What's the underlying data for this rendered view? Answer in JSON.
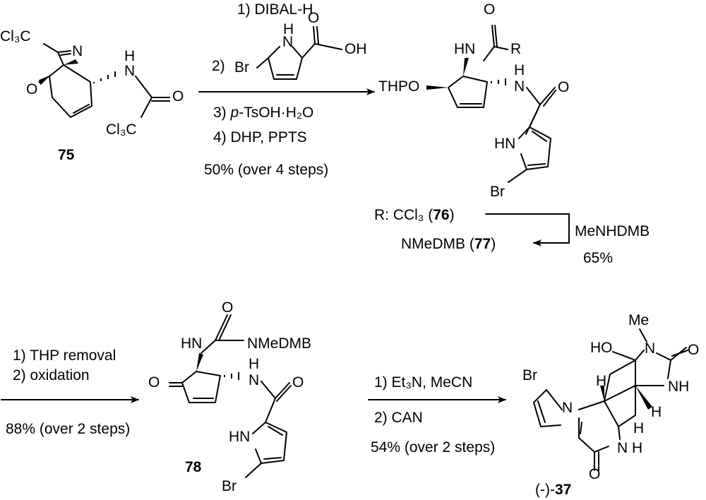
{
  "compounds": {
    "c75": {
      "number": "75",
      "labels": {
        "cl3c_top": "Cl₃C",
        "n_ring": "N",
        "o_ring": "O",
        "nh_n": "N",
        "nh_h": "H",
        "o_carbonyl": "O",
        "cl3c_bottom": "Cl₃C"
      }
    },
    "c76_77": {
      "labels": {
        "o_top": "O",
        "hn": "HN",
        "r": "R",
        "h": "H",
        "n": "N",
        "o_amide": "O",
        "thpo": "THPO",
        "hn_pyrrole": "HN",
        "br": "Br"
      }
    },
    "c78": {
      "number": "78",
      "labels": {
        "o_top": "O",
        "hn": "HN",
        "nmedmb": "NMeDMB",
        "h": "H",
        "n": "N",
        "o_amide": "O",
        "o_ketone": "O",
        "hn_pyrrole": "HN",
        "br": "Br"
      }
    },
    "c37": {
      "prefix": "(-)-",
      "number": "37",
      "labels": {
        "me": "Me",
        "ho": "HO",
        "n_top": "N",
        "o": "O",
        "nh": "NH",
        "h1": "H",
        "br": "Br",
        "n_ring": "N",
        "h_right": "H",
        "h_lower": "H",
        "n_amide": "N",
        "h_amide": "H",
        "o_bottom": "O"
      }
    }
  },
  "step1": {
    "r1": "1) DIBAL-H",
    "r2_prefix": "2)",
    "r2_labels": {
      "br": "Br",
      "nh": "N",
      "h": "H",
      "oh": "OH",
      "o": "O"
    },
    "r3_pre": "3) ",
    "r3_italic": "p",
    "r3_post": "-TsOH·H₂O",
    "r4": "4) DHP, PPTS",
    "yield": "50% (over 4 steps)"
  },
  "substituents": {
    "r_pre": "R: CCl₃ (",
    "r_num": "76",
    "r_post": ")",
    "alt_pre": "NMeDMB (",
    "alt_num": "77",
    "alt_post": ")",
    "reagent": "MeNHDMB",
    "yield": "65%"
  },
  "step2": {
    "r1": "1) THP removal",
    "r2": "2) oxidation",
    "yield": "88% (over 2 steps)"
  },
  "step3": {
    "r1": "1) Et₃N, MeCN",
    "r2": "2) CAN",
    "yield": "54% (over 2 steps)"
  }
}
